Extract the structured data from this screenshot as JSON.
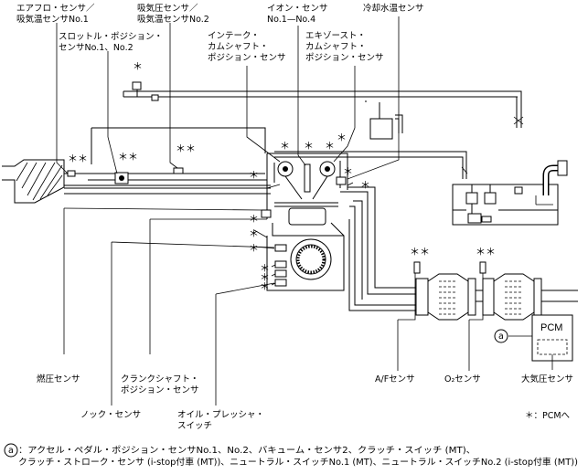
{
  "labels": {
    "airflow_sensor_1": "エアフロ・センサ／",
    "airflow_sensor_2": "吸気温センサNo.1",
    "throttle_sensor_1": "スロットル・ポジション・",
    "throttle_sensor_2": "センサNo.1、No.2",
    "map_sensor_1": "吸気圧センサ／",
    "map_sensor_2": "吸気温センサNo.2",
    "intake_cam_1": "インテーク・",
    "intake_cam_2": "カムシャフト・",
    "intake_cam_3": "ポジション・センサ",
    "ion_sensor_1": "イオン・センサ",
    "ion_sensor_2": "No.1—No.4",
    "exhaust_cam_1": "エキゾースト・",
    "exhaust_cam_2": "カムシャフト・",
    "exhaust_cam_3": "ポジション・センサ",
    "coolant_temp": "冷却水温センサ",
    "fuel_pressure": "燃圧センサ",
    "crank_sensor_1": "クランクシャフト・",
    "crank_sensor_2": "ポジション・センサ",
    "knock_sensor": "ノック・センサ",
    "oil_pressure_1": "オイル・プレッシャ・",
    "oil_pressure_2": "スイッチ",
    "af_sensor": "A/Fセンサ",
    "o2_sensor": "O₂センサ",
    "baro_sensor": "大気圧センサ",
    "pcm": "PCM",
    "callout_a": "a",
    "asterisk": "＊",
    "double_asterisk": "＊＊"
  },
  "legend": {
    "pcm_note": "＊：PCMへ"
  },
  "footnote": {
    "marker": "a",
    "line1": "：アクセル・ペダル・ポジション・センサNo.1、No.2、バキューム・センサ2、クラッチ・スイッチ (MT)、",
    "line2": "クラッチ・ストローク・センサ (i-stop付車 (MT))、ニュートラル・スイッチNo.1 (MT)、ニュートラル・スイッチNo.2 (i-stop付車 (MT))"
  }
}
